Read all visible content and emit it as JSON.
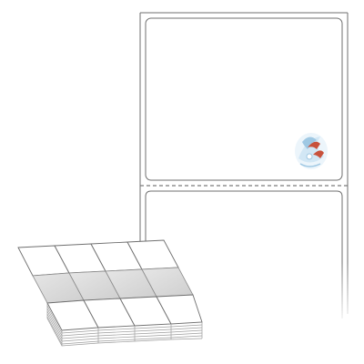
{
  "product": {
    "type": "fanfold-labels",
    "labels_per_row_strip": 4,
    "visible_label_blocks": 2,
    "perforation": "dashed"
  },
  "colors": {
    "background": "#ffffff",
    "outline": "#6f6f6f",
    "perforation": "#7a7a7a",
    "fold_shadow": "#d6d6d6",
    "stack_edge": "#9c9c9c",
    "logo_red": "#c8523c",
    "logo_blue": "#9fc8e3"
  },
  "icons": {
    "logo": "lucky-fish-logo-icon"
  }
}
